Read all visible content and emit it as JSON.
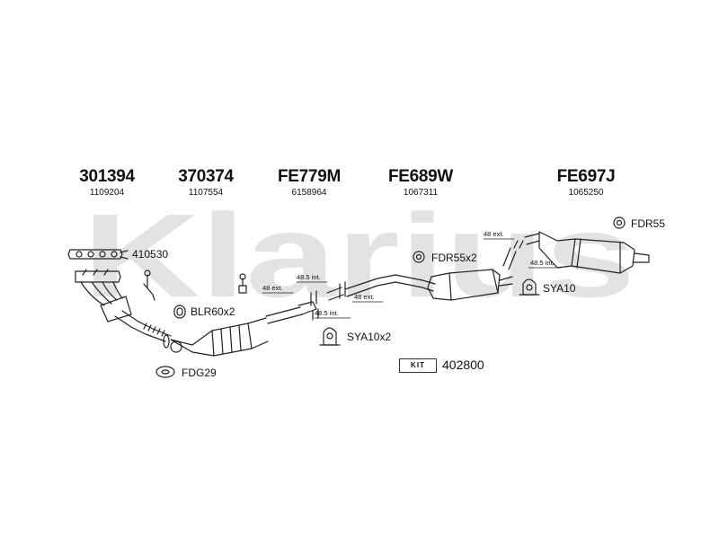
{
  "watermark": "Klarius",
  "parts": [
    {
      "number": "301394",
      "ref": "1109204"
    },
    {
      "number": "370374",
      "ref": "1107554"
    },
    {
      "number": "FE779M",
      "ref": "6158964"
    },
    {
      "number": "FE689W",
      "ref": "1067311"
    },
    {
      "number": "FE697J",
      "ref": "1065250"
    }
  ],
  "components": {
    "gasket": "410530",
    "clamp_blr": "BLR60x2",
    "gasket_fdg": "FDG29",
    "rubber_fdr55x2": "FDR55x2",
    "rubber_fdr55": "FDR55",
    "mount_sya10": "SYA10",
    "mount_sya10x2": "SYA10x2"
  },
  "pipe_notes": {
    "ext_48_a": "48 ext.",
    "int_485_a": "48.5 int.",
    "int_485_b": "48.5 int.",
    "ext_48_b": "48 ext.",
    "ext_48_c": "48 ext.",
    "int_485_c": "48.5 int."
  },
  "kit": {
    "label": "KIT",
    "code": "402800"
  }
}
